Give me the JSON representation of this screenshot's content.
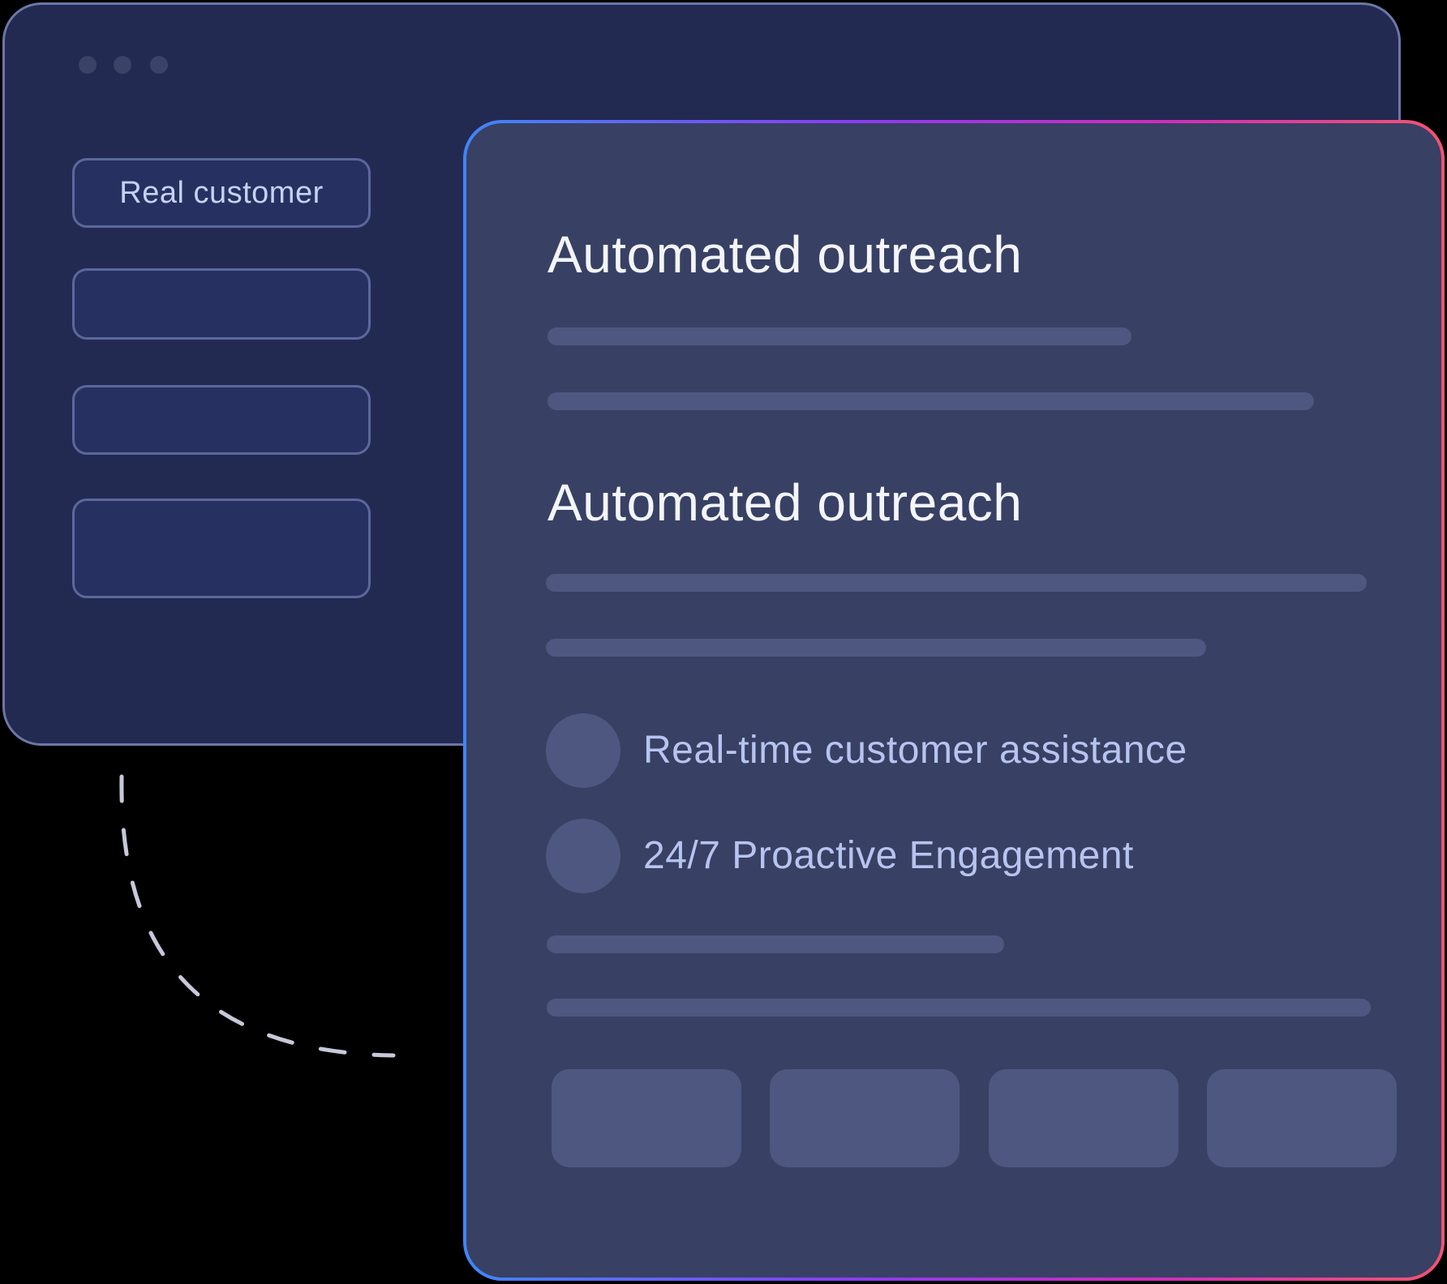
{
  "colors": {
    "background": "#000000",
    "window_fill": "#232A52",
    "window_border": "#6C77A4",
    "dot": "#3A4268",
    "box_fill": "#273161",
    "box_border": "#5C689C",
    "button_text": "#C7D1F4",
    "panel_fill": "#384064",
    "skeleton": "#4E577F",
    "heading_text": "#F3F5FB",
    "bullet_text": "#B8C4F0",
    "gradient_start": "#3E87F7",
    "gradient_mid1": "#8B3BF2",
    "gradient_mid2": "#D02BBF",
    "gradient_end": "#F3536F",
    "connector": "#C6C9DA"
  },
  "back_window": {
    "button_label": "Real customer",
    "window_dots_count": 3,
    "empty_placeholder_count": 3
  },
  "front_panel": {
    "sections": [
      {
        "title": "Automated outreach"
      },
      {
        "title": "Automated outreach"
      }
    ],
    "features": [
      {
        "label": "Real-time customer assistance"
      },
      {
        "label": "24/7 Proactive Engagement"
      }
    ],
    "placeholder_tiles_count": 4
  }
}
